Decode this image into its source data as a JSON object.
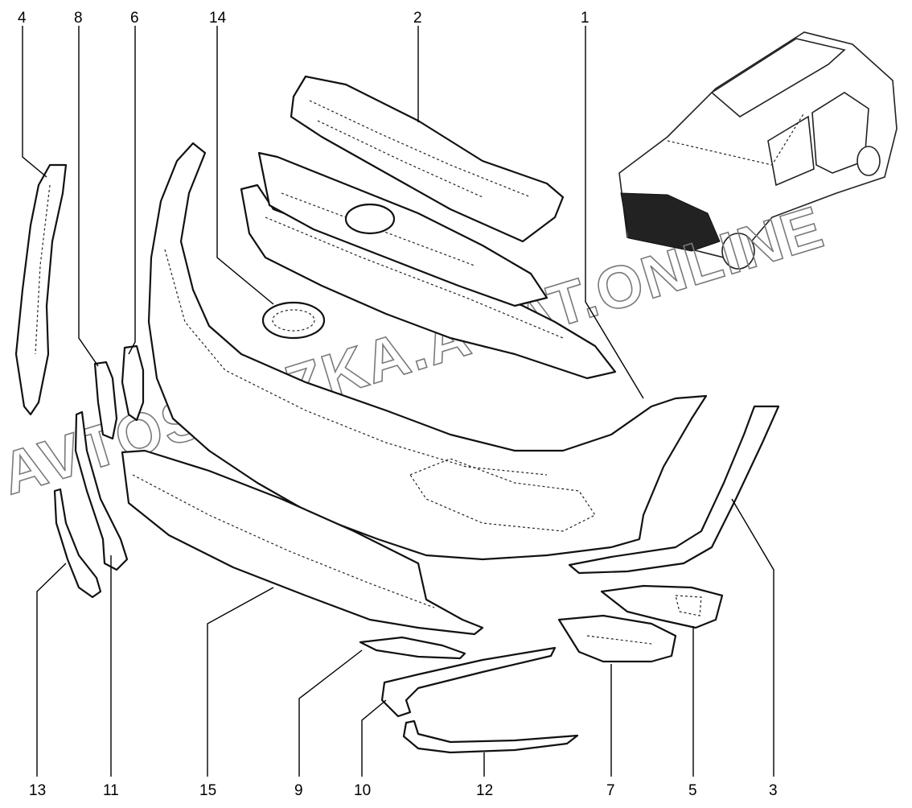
{
  "watermark": {
    "text": "AVTOSKAZKA.ACAT.ONLINE",
    "color": "#7a7a7a"
  },
  "callouts": [
    {
      "id": "c4",
      "label": "4"
    },
    {
      "id": "c8",
      "label": "8"
    },
    {
      "id": "c6",
      "label": "6"
    },
    {
      "id": "c14",
      "label": "14"
    },
    {
      "id": "c2",
      "label": "2"
    },
    {
      "id": "c1",
      "label": "1"
    },
    {
      "id": "c13",
      "label": "13"
    },
    {
      "id": "c11",
      "label": "11"
    },
    {
      "id": "c15",
      "label": "15"
    },
    {
      "id": "c9",
      "label": "9"
    },
    {
      "id": "c10",
      "label": "10"
    },
    {
      "id": "c12",
      "label": "12"
    },
    {
      "id": "c7",
      "label": "7"
    },
    {
      "id": "c5",
      "label": "5"
    },
    {
      "id": "c3",
      "label": "3"
    }
  ]
}
